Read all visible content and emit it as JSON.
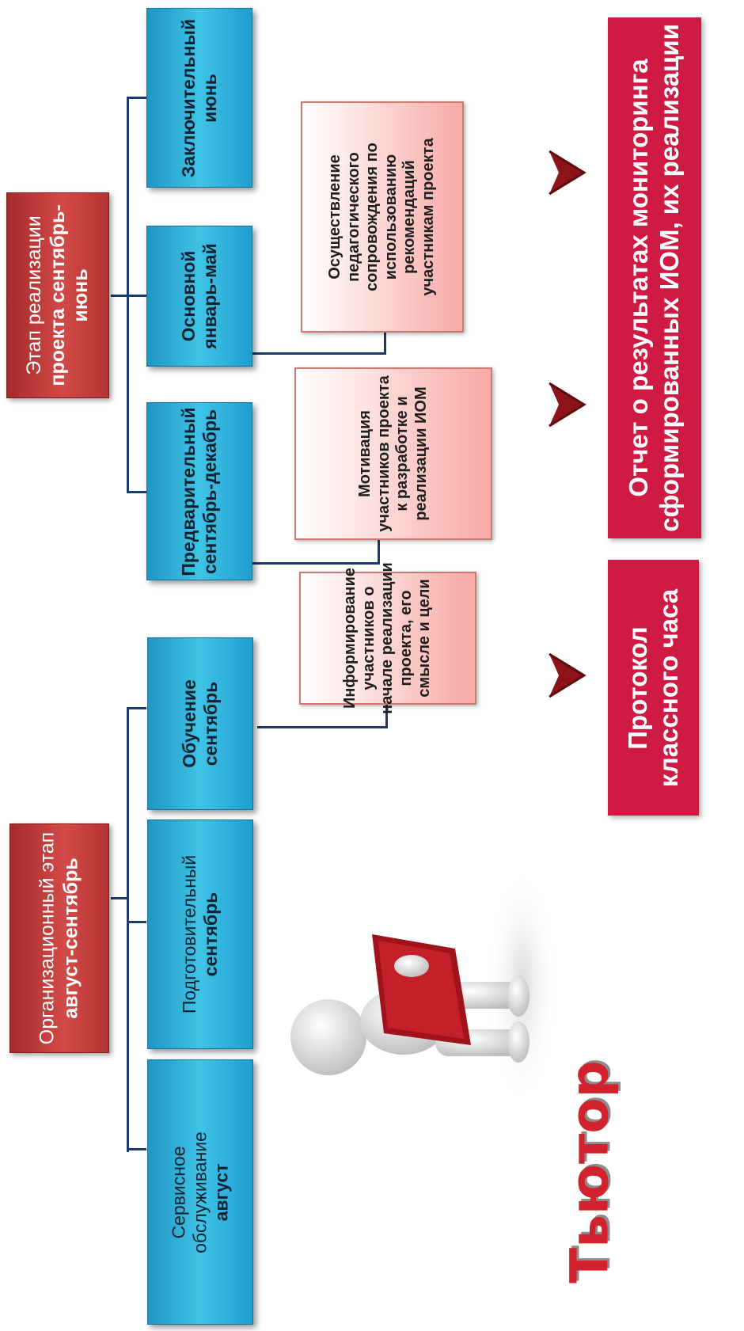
{
  "stages": {
    "org": {
      "lines": [
        "Организационный этап",
        "август-сентябрь"
      ]
    },
    "impl": {
      "lines": [
        "Этап реализации",
        "проекта сентябрь-",
        "июнь"
      ]
    }
  },
  "phases": {
    "service": {
      "lines": [
        "Сервисное",
        "обслуживание",
        "август"
      ]
    },
    "prep": {
      "lines": [
        "Подготовительный",
        "сентябрь"
      ]
    },
    "training": {
      "lines": [
        "Обучение",
        "сентябрь"
      ]
    },
    "preliminary": {
      "lines": [
        "Предварительный",
        "сентябрь-декабрь"
      ]
    },
    "main": {
      "lines": [
        "Основной",
        "январь-май"
      ]
    },
    "final": {
      "lines": [
        "Заключительный",
        "июнь"
      ]
    }
  },
  "tasks": {
    "informing": {
      "lines": [
        "Информирование",
        "участников о",
        "начале реализации",
        "проекта, его",
        "смысле и цели"
      ]
    },
    "motivation": {
      "lines": [
        "Мотивация",
        "участников проекта",
        "к разработке и",
        "реализации ИОМ"
      ]
    },
    "support": {
      "lines": [
        "Осуществление",
        "педагогического",
        "сопровождения по",
        "использованию",
        "рекомендаций",
        "участникам проекта"
      ]
    }
  },
  "results": {
    "protocol": {
      "lines": [
        "Протокол",
        "классного часа"
      ]
    },
    "report": {
      "lines": [
        "Отчет о результатах мониторинга",
        "сформированных ИОМ, их реализации"
      ]
    }
  },
  "tutor": {
    "label": "Тьютор"
  },
  "icons": {
    "arrow": "down-chevron-arrow-icon",
    "figure": "tutor-reading-book-icon"
  },
  "colors": {
    "stage": "#c0392b",
    "phase": "#2fb2dd",
    "task": "#f9b9b5",
    "result": "#cf1b44",
    "connector": "#1a3a6c"
  }
}
